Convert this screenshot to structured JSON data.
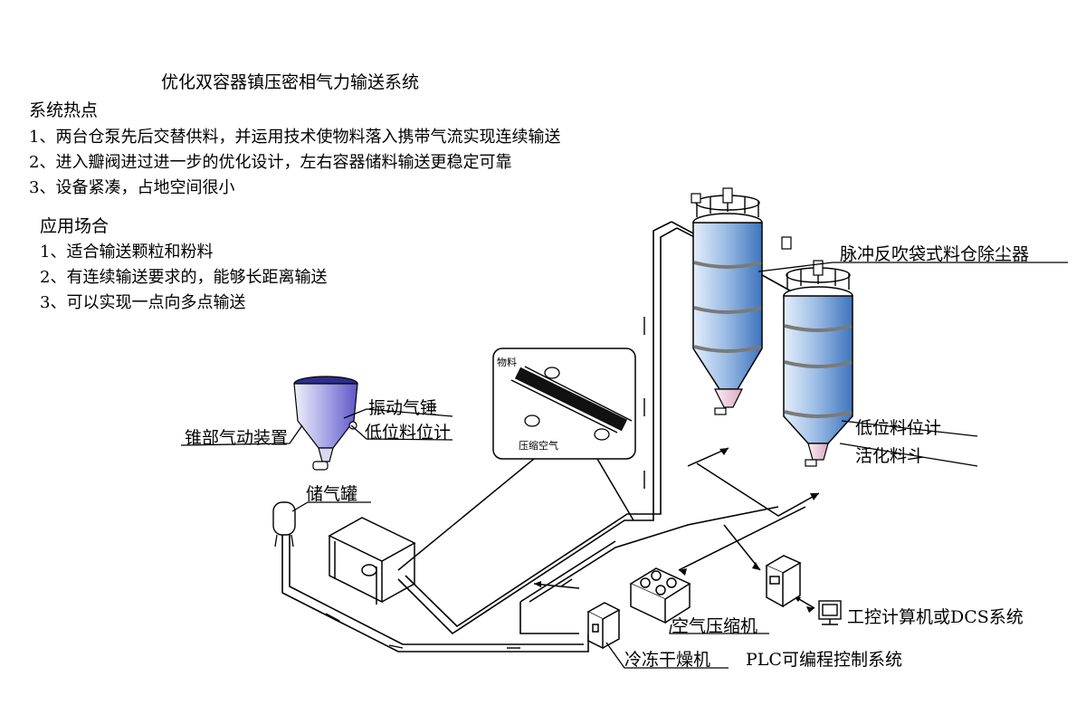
{
  "title": "优化双容器镇压密相气力输送系统",
  "features": {
    "heading": "系统热点",
    "items": [
      "1、两台仓泵先后交替供料，并运用技术使物料落入携带气流实现连续输送",
      "2、进入瓣阀进过进一步的优化设计，左右容器储料输送更稳定可靠",
      "3、设备紧凑，占地空间很小"
    ]
  },
  "applications": {
    "heading": "应用场合",
    "items": [
      "1、适合输送颗粒和粉料",
      "2、有连续输送要求的，能够长距离输送",
      "3、可以实现一点向多点输送"
    ]
  },
  "labels": {
    "dust_collector": "脉冲反吹袋式料仓除尘器",
    "vibrator": "振动气锤",
    "low_level_left": "低位料位计",
    "cone_device": "锥部气动装置",
    "air_tank": "储气罐",
    "low_level_right": "低位料位计",
    "activated_hopper": "活化料斗",
    "air_compressor": "空气压缩机",
    "dryer": "冷冻干燥机",
    "plc": "PLC可编程控制系统",
    "computer": "工控计算机或DCS系统",
    "material": "物料",
    "compressed_air": "压缩空气"
  },
  "colors": {
    "silo_light": "#cfe0f5",
    "silo_dark": "#4a7fc4",
    "hopper_light": "#e6e6f8",
    "hopper_dark": "#6f6ad0",
    "line": "#000000"
  }
}
